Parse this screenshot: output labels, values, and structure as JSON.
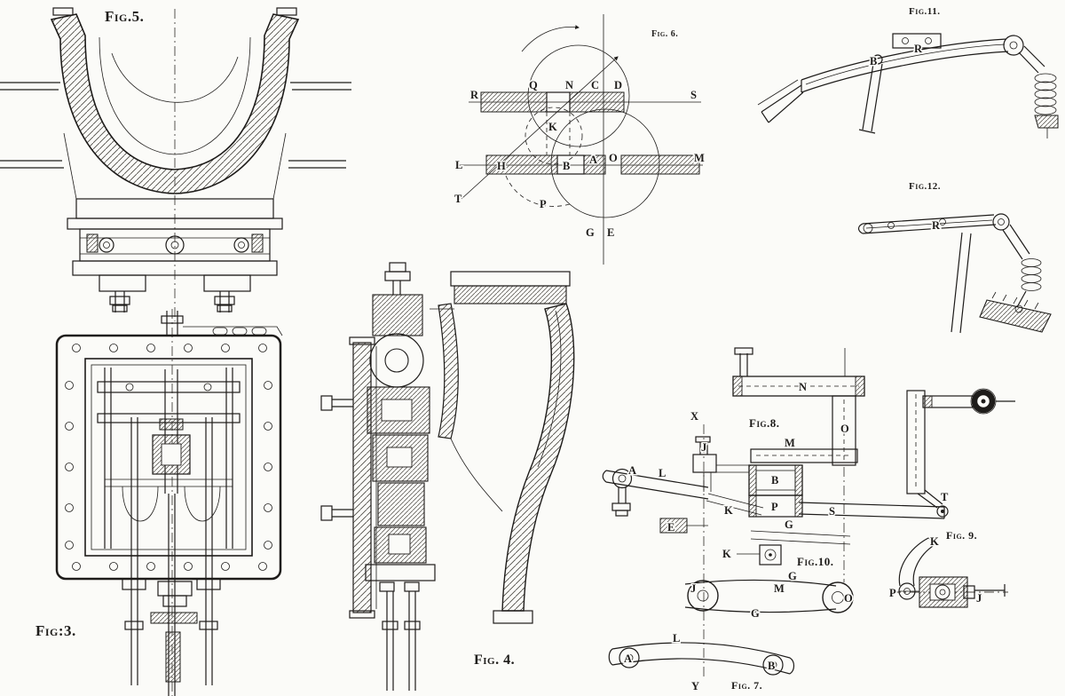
{
  "canvas": {
    "paper": "#fbfbf8",
    "ink": "#1e1c1a"
  },
  "figures": {
    "fig5": {
      "caption": "Fig.5."
    },
    "fig3": {
      "caption": "Fig:3."
    },
    "fig4": {
      "caption": "Fig. 4."
    },
    "fig6": {
      "caption": "Fig. 6.",
      "points": {
        "R": "R",
        "Q": "Q",
        "N": "N",
        "C": "C",
        "D": "D",
        "S": "S",
        "L": "L",
        "H": "H",
        "B": "B",
        "A": "A",
        "O": "O",
        "M": "M",
        "T": "T",
        "P": "P",
        "K": "K",
        "G": "G",
        "E": "E"
      }
    },
    "fig11": {
      "caption": "Fig.11.",
      "points": {
        "B": "B",
        "R": "R"
      }
    },
    "fig12": {
      "caption": "Fig.12.",
      "points": {
        "R": "R"
      }
    },
    "fig8": {
      "caption": "Fig.8.",
      "points": {
        "X": "X",
        "N": "N",
        "O": "O",
        "M": "M",
        "A": "A",
        "L": "L",
        "J": "J",
        "B": "B",
        "K": "K",
        "P": "P",
        "S": "S",
        "G": "G",
        "E": "E",
        "T": "T"
      }
    },
    "fig9": {
      "caption": "Fig. 9.",
      "points": {
        "K": "K",
        "P": "P",
        "J": "J"
      }
    },
    "fig10": {
      "caption": "Fig.10.",
      "points": {
        "K": "K",
        "J": "J",
        "O": "O",
        "M": "M",
        "G1": "G",
        "G2": "G"
      }
    },
    "fig7": {
      "caption": "Fig. 7.",
      "points": {
        "A": "A",
        "B": "B",
        "L": "L",
        "Y": "Y"
      }
    }
  }
}
